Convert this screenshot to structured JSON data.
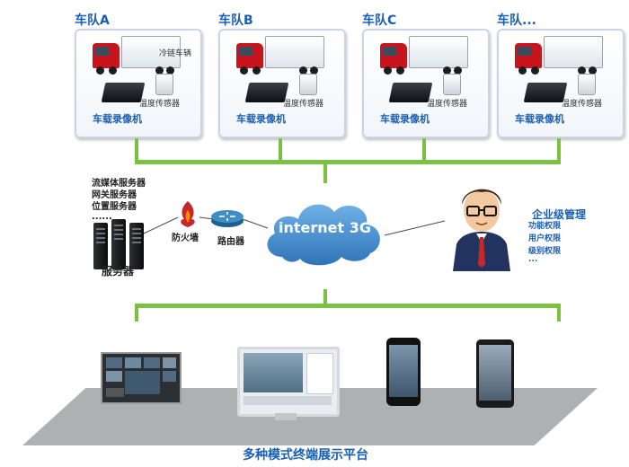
{
  "fleets": [
    {
      "title": "车队A",
      "dvr_label": "车载录像机",
      "sensor_label": "温度传感器",
      "truck_label": "冷链车辆"
    },
    {
      "title": "车队B",
      "dvr_label": "车载录像机",
      "sensor_label": "温度传感器"
    },
    {
      "title": "车队C",
      "dvr_label": "车载录像机",
      "sensor_label": "温度传感器"
    },
    {
      "title": "车队...",
      "dvr_label": "车载录像机",
      "sensor_label": "温度传感器"
    }
  ],
  "servers": {
    "services": [
      "流媒体服务器",
      "网关服务器",
      "位置服务器",
      "......"
    ],
    "label": "服务器"
  },
  "network": {
    "firewall_label": "防火墙",
    "router_label": "路由器",
    "cloud_label": "internet 3G"
  },
  "management": {
    "title": "企业级管理",
    "items": [
      "功能权限",
      "用户权限",
      "级别权限",
      "..."
    ]
  },
  "platform": {
    "caption": "多种模式终端展示平台"
  },
  "colors": {
    "connector_green": "#7cc242",
    "title_blue": "#1a5fb4",
    "cloud_blue": "#3b82c9",
    "truck_red": "#c8141c"
  }
}
